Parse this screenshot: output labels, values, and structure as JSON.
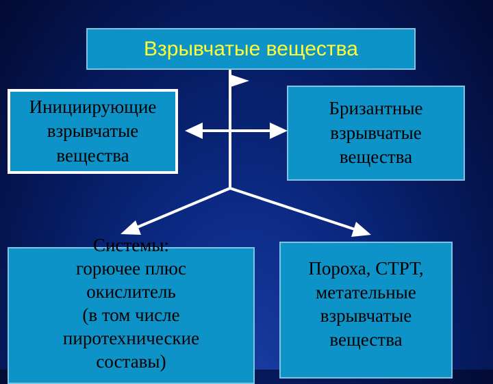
{
  "title": "Взрывчатые вещества",
  "initiating": [
    "Инициирующие",
    "взрывчатые",
    "вещества"
  ],
  "brisant": [
    "Бризантные",
    "взрывчатые",
    "вещества"
  ],
  "systems": [
    "Системы:",
    "горючее плюс",
    "окислитель",
    "(в том числе",
    "пиротехнические",
    "составы)"
  ],
  "powders": [
    "Пороха, СТРТ,",
    "метательные",
    "взрывчатые",
    "вещества"
  ],
  "colors": {
    "box_fill": "#0d93c8",
    "title_text": "#ffff33",
    "connector": "#ffffff"
  }
}
